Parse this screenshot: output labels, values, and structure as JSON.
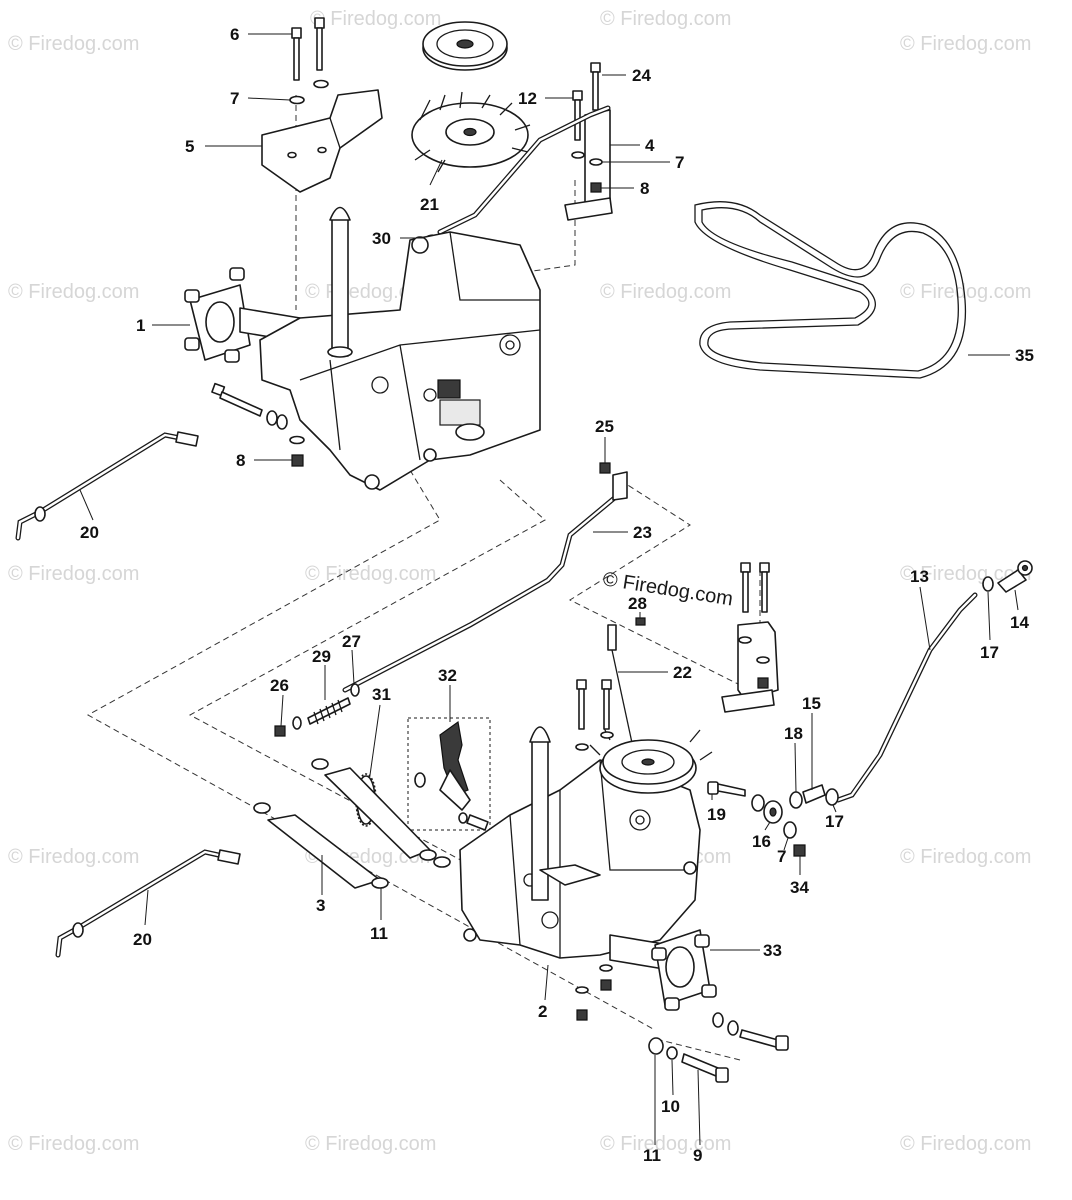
{
  "watermark": {
    "tile_text": "© Firedog.com",
    "main_text": "© Firedog.com"
  },
  "callouts": [
    {
      "id": "c6",
      "text": "6"
    },
    {
      "id": "c7a",
      "text": "7"
    },
    {
      "id": "c5",
      "text": "5"
    },
    {
      "id": "c21",
      "text": "21"
    },
    {
      "id": "c12",
      "text": "12"
    },
    {
      "id": "c24",
      "text": "24"
    },
    {
      "id": "c4",
      "text": "4"
    },
    {
      "id": "c7b",
      "text": "7"
    },
    {
      "id": "c8a",
      "text": "8"
    },
    {
      "id": "c30",
      "text": "30"
    },
    {
      "id": "c1",
      "text": "1"
    },
    {
      "id": "c35",
      "text": "35"
    },
    {
      "id": "c8b",
      "text": "8"
    },
    {
      "id": "c20a",
      "text": "20"
    },
    {
      "id": "c25",
      "text": "25"
    },
    {
      "id": "c23",
      "text": "23"
    },
    {
      "id": "c28",
      "text": "28"
    },
    {
      "id": "c13",
      "text": "13"
    },
    {
      "id": "c22",
      "text": "22"
    },
    {
      "id": "c17a",
      "text": "17"
    },
    {
      "id": "c14",
      "text": "14"
    },
    {
      "id": "c32",
      "text": "32"
    },
    {
      "id": "c29",
      "text": "29"
    },
    {
      "id": "c27",
      "text": "27"
    },
    {
      "id": "c26",
      "text": "26"
    },
    {
      "id": "c31",
      "text": "31"
    },
    {
      "id": "c15",
      "text": "15"
    },
    {
      "id": "c18",
      "text": "18"
    },
    {
      "id": "c19",
      "text": "19"
    },
    {
      "id": "c16",
      "text": "16"
    },
    {
      "id": "c7c",
      "text": "7"
    },
    {
      "id": "c17b",
      "text": "17"
    },
    {
      "id": "c34",
      "text": "34"
    },
    {
      "id": "c3",
      "text": "3"
    },
    {
      "id": "c11a",
      "text": "11"
    },
    {
      "id": "c20b",
      "text": "20"
    },
    {
      "id": "c33",
      "text": "33"
    },
    {
      "id": "c2",
      "text": "2"
    },
    {
      "id": "c10",
      "text": "10"
    },
    {
      "id": "c11b",
      "text": "11"
    },
    {
      "id": "c9",
      "text": "9"
    }
  ]
}
